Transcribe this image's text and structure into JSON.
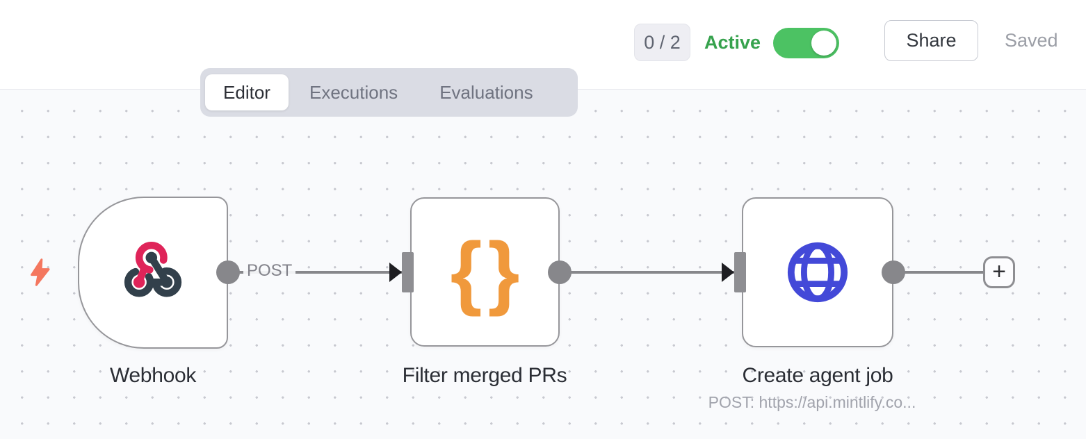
{
  "header": {
    "execution_counter": "0 / 2",
    "active_toggle": {
      "label": "Active",
      "state": "on"
    },
    "share_button": "Share",
    "save_status": "Saved"
  },
  "tabs": [
    {
      "label": "Editor",
      "active": true
    },
    {
      "label": "Executions",
      "active": false
    },
    {
      "label": "Evaluations",
      "active": false
    }
  ],
  "workflow": {
    "nodes": [
      {
        "name": "Webhook",
        "kind": "webhook-trigger",
        "icon": "webhook-icon",
        "output_label": "POST"
      },
      {
        "name": "Filter merged PRs",
        "kind": "filter-code",
        "icon": "curly-braces-icon"
      },
      {
        "name": "Create agent job",
        "kind": "http-request",
        "icon": "globe-icon",
        "subtitle": "POST: https://api.mintlify.co..."
      }
    ],
    "add_node_button": "+",
    "trigger_indicator": "lightning-bolt-icon"
  },
  "icons": {
    "braces_open": "{",
    "braces_close": "}"
  },
  "colors": {
    "active_green": "#36a24d",
    "toggle_green": "#4cc263",
    "webhook_pink": "#df2459",
    "webhook_slate": "#32404b",
    "braces_orange": "#f0993c",
    "globe_blue": "#4349d8",
    "bolt_salmon": "#f4775f",
    "node_border": "#96969a",
    "connection_grey": "#87878b",
    "canvas_bg": "#f9fafc"
  }
}
